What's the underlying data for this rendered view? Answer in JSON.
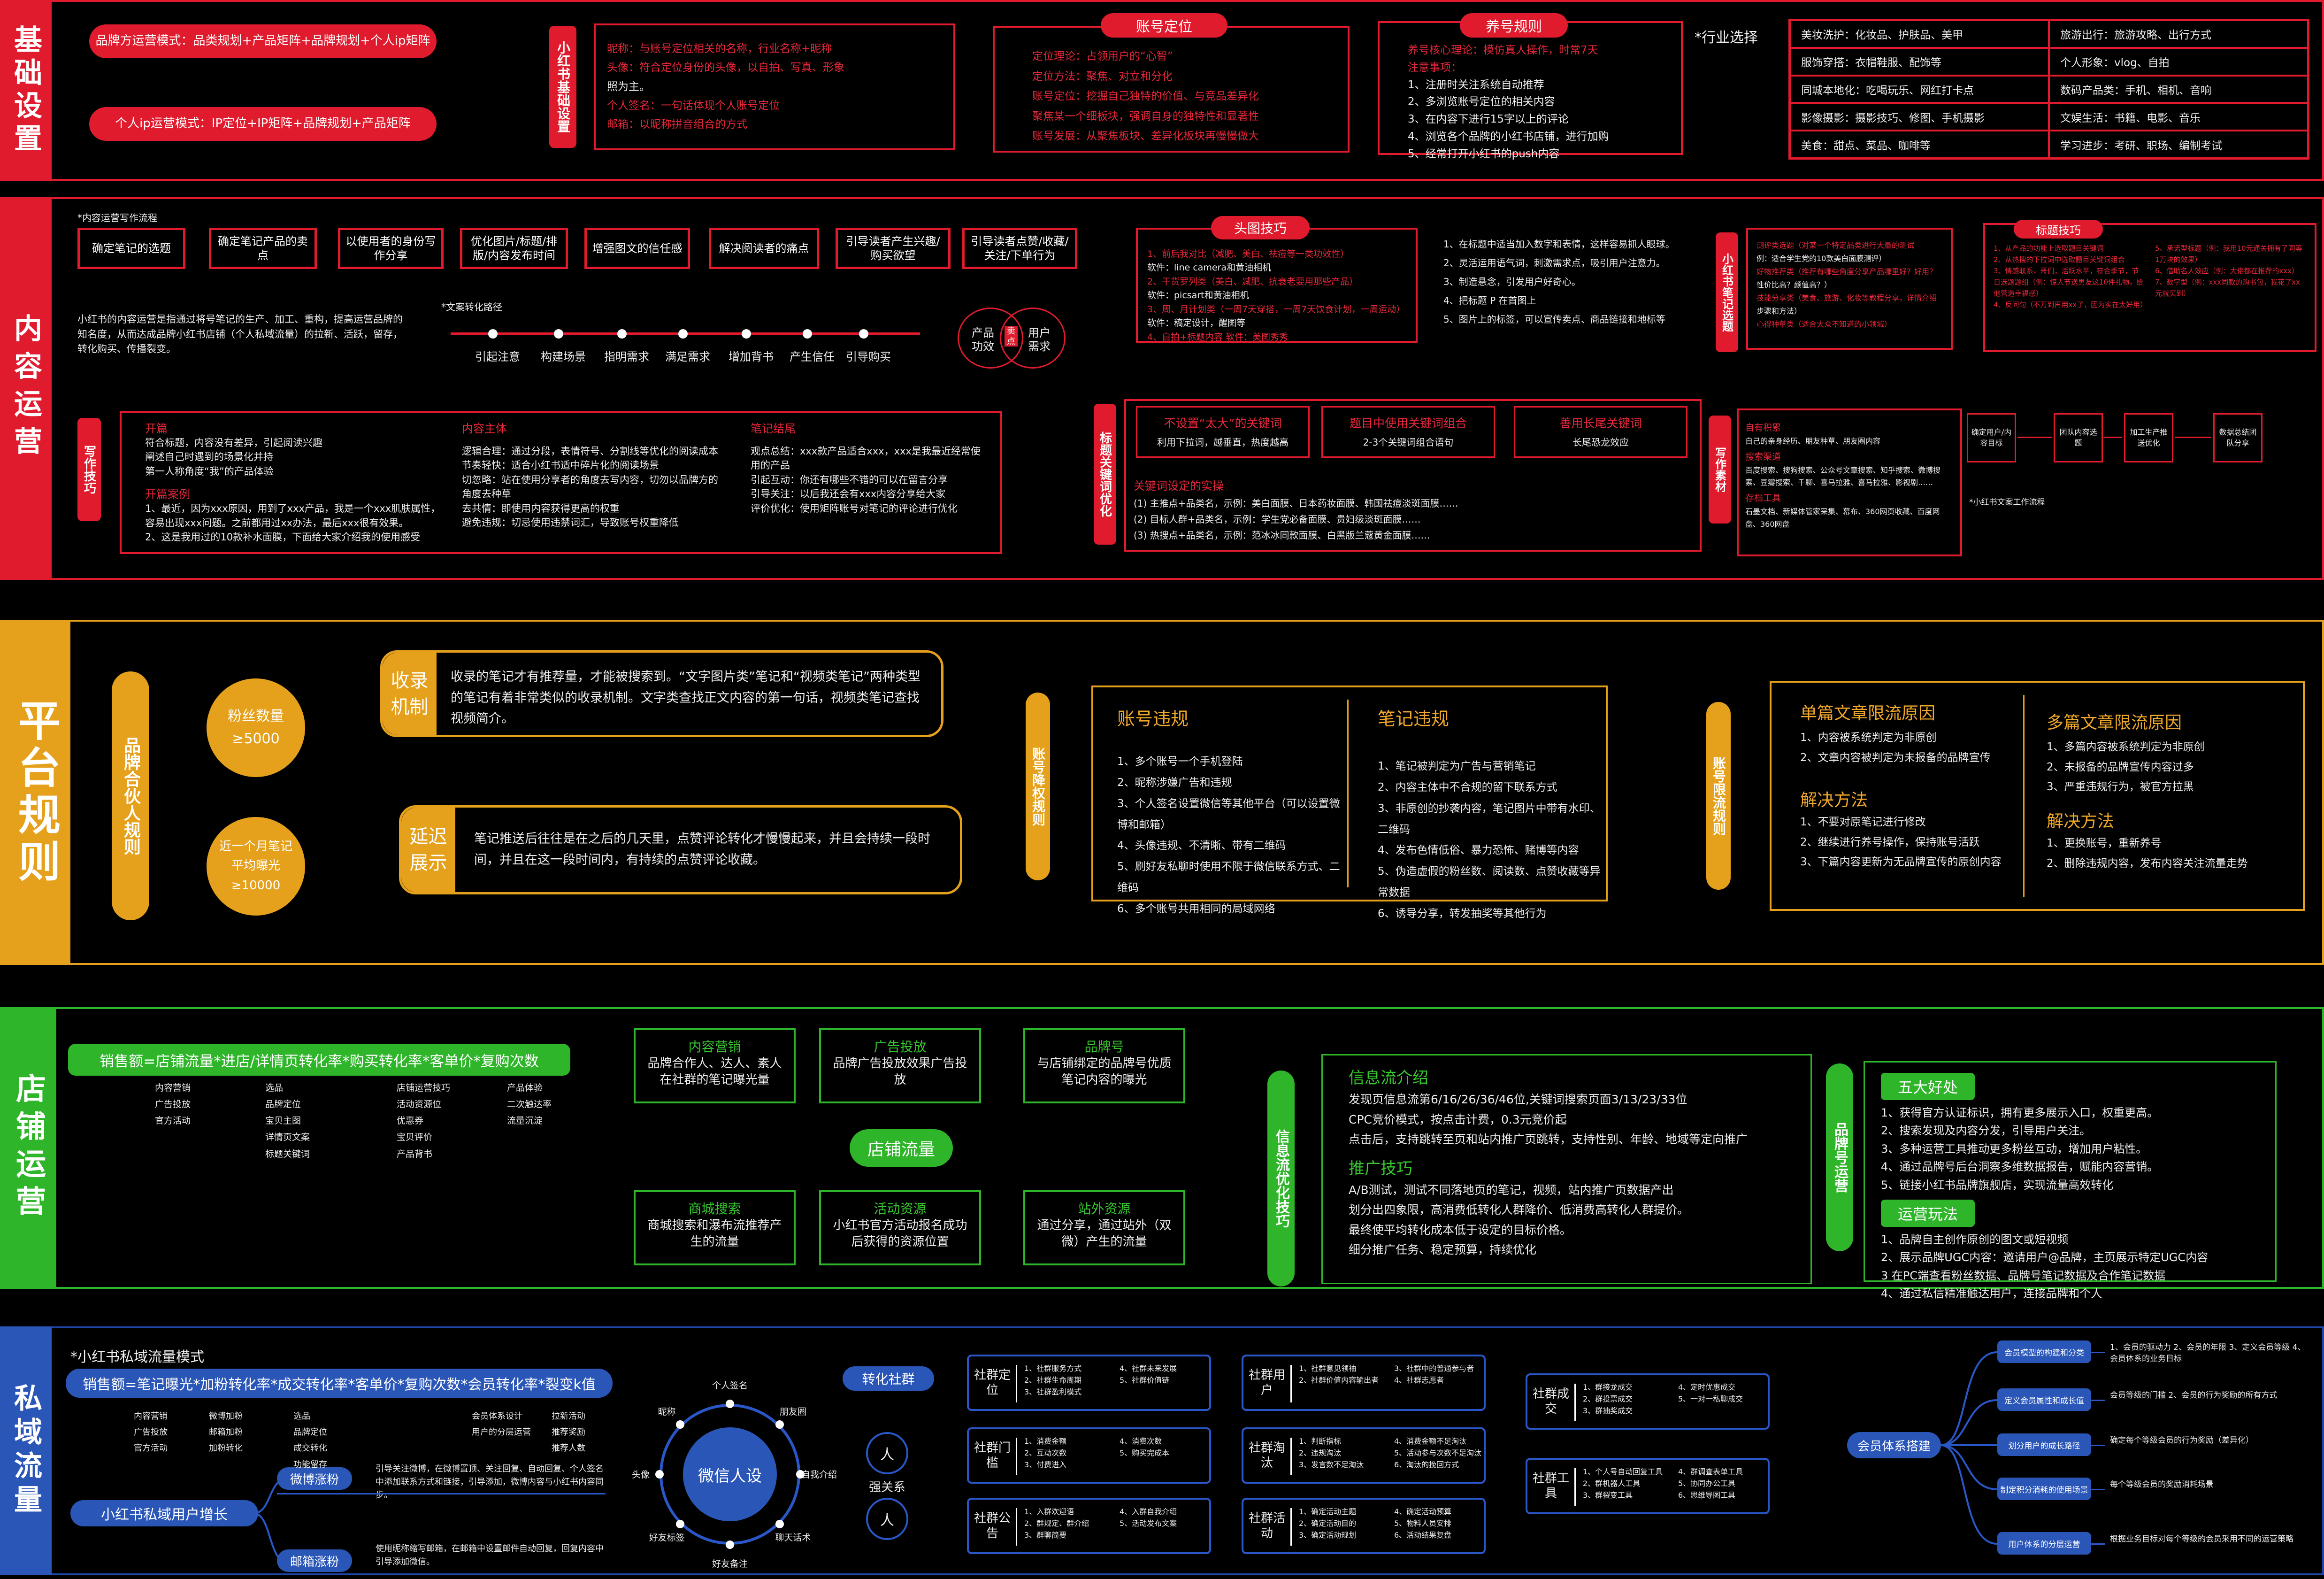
{
  "sections": {
    "s1": "基础设置",
    "s2": "内容运营",
    "s3": "平台规则",
    "s4": "店铺运营",
    "s5": "私域流量"
  },
  "s1": {
    "mode1": "品牌方运营模式：品类规划+产品矩阵+品牌规划+个人ip矩阵",
    "mode2": "个人ip运营模式：IP定位+IP矩阵+品牌规划+产品矩阵",
    "label": "小红书基础设置",
    "basic": [
      "昵称：与账号定位相关的名称，行业名称+昵称",
      "头像：符合定位身份的头像，以自拍、写真、形象",
      "照为主。",
      "个人签名：一句话体现个人账号定位",
      "邮箱：以昵称拼音组合的方式"
    ],
    "pos_title": "账号定位",
    "pos": [
      "定位理论：占领用户的“心智”",
      "定位方法：聚焦、对立和分化",
      "账号定位：挖掘自己独特的价值、与竞品差异化",
      "聚焦某一个细板块，强调自身的独特性和显著性",
      "账号发展：从聚焦板块、差异化板块再慢慢做大"
    ],
    "rule_title": "养号规则",
    "rule": [
      "养号核心理论：模仿真人操作，时常7天",
      "注意事项：",
      "1、注册时关注系统自动推荐",
      "2、多浏览账号定位的相关内容",
      "3、在内容下进行15字以上的评论",
      "4、浏览各个品牌的小红书店铺，进行加购",
      "5、经常打开小红书的push内容"
    ],
    "industry_title": "*行业选择",
    "industry": [
      [
        "美妆洗护：化妆品、护肤品、美甲",
        "旅游出行：旅游攻略、出行方式"
      ],
      [
        "服饰穿搭：衣帽鞋服、配饰等",
        "个人形象：vlog、自拍"
      ],
      [
        "同城本地化：吃喝玩乐、网红打卡点",
        "数码产品类：手机、相机、音响"
      ],
      [
        "影像摄影：摄影技巧、修图、手机摄影",
        "文娱生活：书籍、电影、音乐"
      ],
      [
        "美食：甜点、菜品、咖啡等",
        "学习进步：考研、职场、编制考试"
      ]
    ]
  },
  "s2": {
    "flow_title": "*内容运营写作流程",
    "flow": [
      "确定笔记的选题",
      "确定笔记产品的卖点",
      "以使用者的身份写作分享",
      "优化图片/标题/排版/内容发布时间",
      "增强图文的信任感",
      "解决阅读者的痛点",
      "引导读者产生兴趣/购买欲望",
      "引导读者点赞/收藏/关注/下单行为"
    ],
    "desc": "小红书的内容运营是指通过将号笔记的生产、加工、重构，提高运营品牌的知名度，从而达成品牌小红书店铺（个人私域流量）的拉新、活跃，留存，转化购买、传播裂变。",
    "path_title": "*文案转化路径",
    "path": [
      "引起注意",
      "构建场景",
      "指明需求",
      "满足需求",
      "增加背书",
      "产生信任",
      "引导购买"
    ],
    "venn": [
      "产品功效",
      "卖点",
      "用户需求"
    ],
    "skill_label": "写作技巧",
    "kai_title": "开篇",
    "kai": [
      "符合标题，内容没有差异，引起阅读兴趣",
      "阐述自己时遇到的场景化并持",
      "第一人称角度“我”的产品体验"
    ],
    "kai_case_title": "开篇案例",
    "kai_case": [
      "1、最近，因为xxx原因，用到了xxx产品，我是一个xxx肌肤属性，容易出现xxx问题。之前都用过xx办法，最后xxx很有效果。",
      "2、这是我用过的10款补水面膜，下面给大家介绍我的使用感受"
    ],
    "body_title": "内容主体",
    "body": [
      "逻辑合理：通过分段，表情符号、分割线等优化的阅读成本",
      "节奏轻快：适合小红书适中碎片化的阅读场景",
      "切忽略：站在使用分享者的角度去写内容，切勿以品牌方的角度去种草",
      "去共情：即使用内容获得更高的权重",
      "避免违规：切忌使用违禁词汇，导致账号权重降低"
    ],
    "end_title": "笔记结尾",
    "end": [
      "观点总结：xxx款产品适合xxx，xxx是我最近经常使用的产品",
      "引起互动：你还有哪些不错的可以在留言分享",
      "引导关注：以后我还会有xxx内容分享给大家",
      "评价优化：使用矩阵账号对笔记的评论进行优化"
    ],
    "title_title": "头图技巧",
    "title_items": [
      "1、前后我对比（减肥、美白、祛痘等一类功效性）",
      "软件：line camera和黄油相机",
      "2、干货罗列类（美白、减肥、抗衰老要用那些产品）",
      "软件：picsart和黄油相机",
      "3、周、月计划类（一周7天穿搭，一周7天饮食计划，一周运动）",
      "软件：稿定设计，醒图等",
      "4、自拍+标题内容 软件：美图秀秀"
    ],
    "title_tips": [
      "1、在标题中适当加入数字和表情，这样容易抓人眼球。",
      "2、灵活运用语气词，刺激需求点，吸引用户注意力。",
      "3、制造悬念，引发用户好奇心。",
      "4、把标题 P 在首图上",
      "5、图片上的标签，可以宣传卖点、商品链接和地标等"
    ],
    "xhs_title_label": "小红书笔记选题",
    "xhs_title_items": [
      "测评类选题（对某一个特定品类进行大量的测试",
      "例：适合学生党的10款美白面膜测评）",
      "好物推荐类（推荐有哪些角度分享产品哪里好？好用？",
      "性价比高？颜值高？）",
      "技能分享类（美食、旅游、化妆等教程分享，详情介绍",
      "步骤和方法）",
      "心得种草类（适合大众不知道的小领域）"
    ],
    "tag_title": "标题技巧",
    "tag_items": [
      "1、从产品的功能上选取题目关键词",
      "2、从热搜的下拉词中选取题目关键词组合",
      "3、情感联系，哥们，活跃水平，符合季节，节日选题题组（例：惊人节送男友这10件礼物，给他营造幸福感）",
      "4、反问句（不万到再用xx了，因为实在太好用）",
      "5、承诺型标题（例：我用10元通关拥有了同等1万块的效果）",
      "6、借助名人效应（例：大佬都在推荐的xxx）",
      "7、数字型（例：xxx同款的购书包，我花了xx元就买到）"
    ],
    "kw_label": "标题关键词优化",
    "kw_boxes": [
      [
        "不设置“太大”的关键词",
        "利用下拉词，越垂直，热度越高"
      ],
      [
        "题目中使用关键词组合",
        "2-3个关键词组合语句"
      ],
      [
        "善用长尾关键词",
        "长尾恐龙效应"
      ]
    ],
    "kw_case_title": "关键词设定的实操",
    "kw_case": [
      "(1) 主推点+品类名，示例：美白面膜、日本药妆面膜、韩国祛痘淡斑面膜……",
      "(2) 目标人群+品类名，示例：学生党必备面膜、贵妇级淡斑面膜……",
      "(3) 热搜点+品类名，示例：范冰冰同款面膜、白黑版兰蔻黄金面膜……"
    ],
    "src_label": "写作素材",
    "src_items": [
      "自有积累",
      "自己的亲身经历、朋友种草、朋友圈内容",
      "搜索渠道",
      "百度搜索、搜狗搜索、公众号文章搜索、知乎搜索、微博搜索、豆瓣搜索、千聊、喜马拉雅、喜马拉雅、影视剧……",
      "存档工具",
      "石墨文档、新媒体管家采集、幕布、360网页收藏、百度网盘、360网盘"
    ],
    "mini_flow": [
      "确定用户/内容目标",
      "团队内容选题",
      "加工生产推送优化",
      "数据总结团队分享"
    ],
    "mini_note": "*小红书文案工作流程"
  },
  "s3": {
    "partner_label": "品牌合伙人规则",
    "fans": "粉丝数量≥5000",
    "exposure": "近一个月笔记平均曝光≥10000",
    "collect_label": "收录机制",
    "collect_text": "收录的笔记才有推荐量，才能被搜索到。“文字图片类”笔记和“视频类笔记”两种类型的笔记有着非常类似的收录机制。文字类查找正文内容的第一句话，视频类笔记查找视频简介。",
    "delay_label": "延迟展示",
    "delay_text": "笔记推送后往往是在之后的几天里，点赞评论转化才慢慢起来，并且会持续一段时间，并且在这一段时间内，有持续的点赞评论收藏。",
    "down_label": "账号降权规则",
    "acct_title": "账号违规",
    "acct": [
      "1、多个账号一个手机登陆",
      "2、昵称涉嫌广告和违规",
      "3、个人签名设置微信等其他平台（可以设置微博和邮箱）",
      "4、头像违规、不清晰、带有二维码",
      "5、刷好友私聊时使用不限于微信联系方式、二维码",
      "6、多个账号共用相同的局域网络"
    ],
    "note_title": "笔记违规",
    "note": [
      "1、笔记被判定为广告与营销笔记",
      "2、内容主体中不合规的留下联系方式",
      "3、非原创的抄袭内容，笔记图片中带有水印、二维码",
      "4、发布色情低俗、暴力恐怖、赌博等内容",
      "5、伪造虚假的粉丝数、阅读数、点赞收藏等异常数据",
      "6、诱导分享，转发抽奖等其他行为"
    ],
    "limit_label": "账号限流规则",
    "single_title": "单篇文章限流原因",
    "single": [
      "1、内容被系统判定为非原创",
      "2、文章内容被判定为未报备的品牌宣传"
    ],
    "single_sol_title": "解决方法",
    "single_sol": [
      "1、不要对原笔记进行修改",
      "2、继续进行养号操作，保持账号活跃",
      "3、下篇内容更新为无品牌宣传的原创内容"
    ],
    "multi_title": "多篇文章限流原因",
    "multi": [
      "1、多篇内容被系统判定为非原创",
      "2、未报备的品牌宣传内容过多",
      "3、严重违规行为，被官方拉黑"
    ],
    "multi_sol_title": "解决方法",
    "multi_sol": [
      "1、更换账号，重新养号",
      "2、删除违规内容，发布内容关注流量走势"
    ]
  },
  "s4": {
    "formula": "销售额=店铺流量*进店/详情页转化率*购买转化率*客单价*复购次数",
    "formula_cols": [
      [
        "内容营销",
        "广告投放",
        "官方活动"
      ],
      [
        "选品",
        "品牌定位",
        "宝贝主图",
        "详情页文案",
        "标题关键词"
      ],
      [
        "店铺运营技巧",
        "活动资源位",
        "优惠券",
        "宝贝评价",
        "产品背书"
      ],
      [
        "产品体验",
        "二次触达率",
        "流量沉淀"
      ]
    ],
    "center": "店铺流量",
    "src": [
      [
        "内容营销",
        "品牌合作人、达人、素人在社群的笔记曝光量"
      ],
      [
        "广告投放",
        "品牌广告投放效果广告投放"
      ],
      [
        "品牌号",
        "与店铺绑定的品牌号优质笔记内容的曝光"
      ],
      [
        "商城搜索",
        "商城搜索和瀑布流推荐产生的流量"
      ],
      [
        "活动资源",
        "小红书官方活动报名成功后获得的资源位置"
      ],
      [
        "站外资源",
        "通过分享，通过站外（双微）产生的流量"
      ]
    ],
    "info_label": "信息流优化技巧",
    "info_intro_title": "信息流介绍",
    "info_intro": [
      "发现页信息流第6/16/26/36/46位,关键词搜索页面3/13/23/33位",
      "CPC竞价模式，按点击计费，0.3元竞价起",
      "点击后，支持跳转至页和站内推广页跳转，支持性别、年龄、地域等定向推广"
    ],
    "info_tip_title": "推广技巧",
    "info_tip": [
      "A/B测试，测试不同落地页的笔记，视频，站内推广页数据产出",
      "划分出四象限，高消费低转化人群降价、低消费高转化人群提价。",
      "最终使平均转化成本低于设定的目标价格。",
      "细分推广任务、稳定预算，持续优化"
    ],
    "brand_label": "品牌号运营",
    "five_title": "五大好处",
    "five": [
      "1、获得官方认证标识，拥有更多展示入口，权重更高。",
      "2、搜索发现及内容分发，引导用户关注。",
      "3、多种运营工具推动更多粉丝互动，增加用户粘性。",
      "4、通过品牌号后台洞察多维数据报告，赋能内容营销。",
      "5、链接小红书品牌旗舰店，实现流量高效转化"
    ],
    "play_title": "运营玩法",
    "play": [
      "1、品牌自主创作原创的图文或短视频",
      "2、展示品牌UGC内容：邀请用户@品牌，主页展示特定UGC内容",
      "3 在PC端查看粉丝数据、品牌号笔记数据及合作笔记数据",
      "4、通过私信精准触达用户，连接品牌和个人"
    ]
  },
  "s5": {
    "title": "*小红书私域流量模式",
    "formula": "销售额=笔记曝光*加粉转化率*成交转化率*客单价*复购次数*会员转化率*裂变k值",
    "formula_cols": [
      [
        "内容营销",
        "广告投放",
        "官方活动"
      ],
      [
        "微博加粉",
        "邮箱加粉",
        "加粉转化"
      ],
      [
        "选品",
        "品牌定位",
        "成交转化",
        "功能留存"
      ],
      [
        "会员体系设计",
        "用户的分层运营"
      ],
      [
        "拉新活动",
        "推荐奖励",
        "推荐人数"
      ]
    ],
    "grow": "小红书私域用户增长",
    "weibo": "微博涨粉",
    "weibo_text": "引导关注微博，在微博置顶、关注回复、自动回复、个人签名中添加联系方式和链接，引导添加，微博内容与小红书内容同步。",
    "mail": "邮箱涨粉",
    "mail_text": "使用昵称缩写邮箱，在邮箱中设置邮件自动回复，回复内容中引导添加微信。",
    "circle_center": "微信人设",
    "circle_items": [
      "个人签名",
      "朋友圈",
      "自我介绍",
      "聊天话术",
      "好友备注",
      "好友标签",
      "头像",
      "昵称"
    ],
    "conv": "转化社群",
    "rel": [
      "人",
      "强关系",
      "人"
    ],
    "groups": [
      [
        "社群定位",
        [
          "1、社群服务方式",
          "2、社群生命周期",
          "3、社群盈利模式",
          "4、社群未来发展",
          "5、社群价值链"
        ]
      ],
      [
        "社群门槛",
        [
          "1、消费金额",
          "2、互动次数",
          "3、付费进入",
          "4、消费次数",
          "5、购买完成本"
        ]
      ],
      [
        "社群公告",
        [
          "1、入群欢迎语",
          "2、群规定、群介绍",
          "3、群聊简要",
          "4、入群自我介绍",
          "5、活动发布文案"
        ]
      ],
      [
        "社群用户",
        [
          "1、社群意见领袖",
          "2、社群价值内容输出者",
          "3、社群中的普通参与者",
          "4、社群志愿者"
        ]
      ],
      [
        "社群淘汰",
        [
          "1、判断指标",
          "2、违规淘汰",
          "3、发言数不足淘汰",
          "4、消费金额不足淘汰",
          "5、活动参与次数不足淘汰",
          "6、淘汰的挽回方式"
        ]
      ],
      [
        "社群活动",
        [
          "1、确定活动主题",
          "2、确定活动目的",
          "3、确定活动规划",
          "4、确定活动预算",
          "5、物料人员安排",
          "6、活动结果复盘"
        ]
      ],
      [
        "社群成交",
        [
          "1、群接龙成交",
          "2、群投票成交",
          "3、群抽奖成交",
          "4、定时优惠成交",
          "5、一对一私聊成交"
        ]
      ],
      [
        "社群工具",
        [
          "1、个人号自动回复工具",
          "2、群机器人工具",
          "3、群裂变工具",
          "4、群调查表单工具",
          "5、协同办公工具",
          "6、思维导图工具"
        ]
      ]
    ],
    "member": "会员体系搭建",
    "member_items": [
      [
        "会员模型的构建和分类",
        "1、会员的驱动力 2、会员的年限 3、定义会员等级 4、会员体系的业务目标"
      ],
      [
        "定义会员属性和成长值",
        "会员等级的门槛 2、会员的行为奖励的所有方式"
      ],
      [
        "划分用户的成长路径",
        "确定每个等级会员的行为奖励（差异化）"
      ],
      [
        "制定积分消耗的使用场景",
        "每个等级会员的奖励消耗场景"
      ],
      [
        "用户体系的分层运营",
        "根据业务目标对每个等级的会员采用不同的运营策略"
      ]
    ]
  }
}
